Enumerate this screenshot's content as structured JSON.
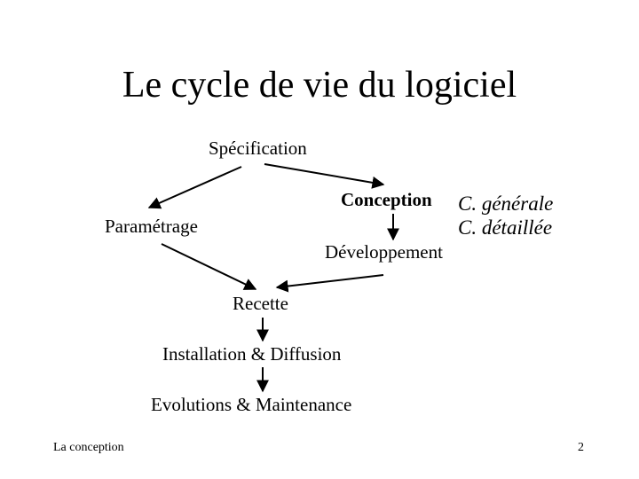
{
  "slide": {
    "title": "Le cycle de vie du logiciel",
    "nodes": {
      "specification": "Spécification",
      "conception": "Conception",
      "conception_generale": "C. générale",
      "conception_detaillee": "C. détaillée",
      "developpement": "Développement",
      "parametrage": "Paramétrage",
      "recette": "Recette",
      "installation": "Installation & Diffusion",
      "evolutions": "Evolutions & Maintenance"
    },
    "footer": {
      "left": "La conception",
      "page_number": "2"
    }
  }
}
